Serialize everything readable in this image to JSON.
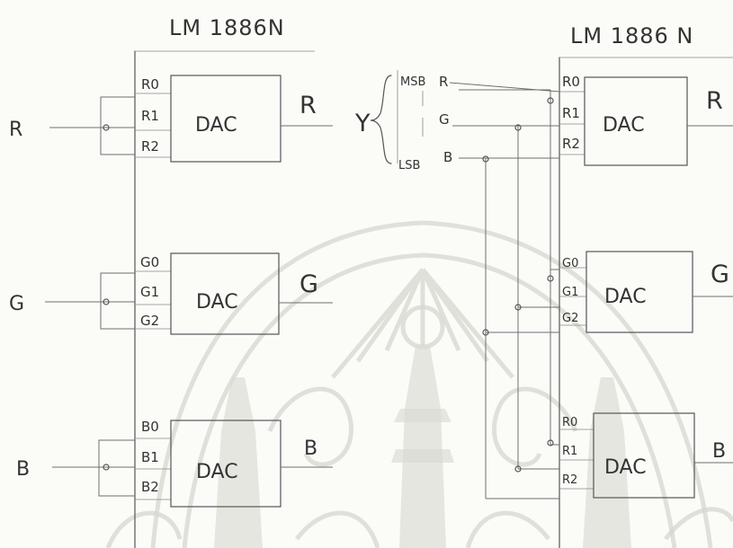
{
  "chips": [
    {
      "part": "LM 1886N"
    },
    {
      "part": "LM 1886 N"
    }
  ],
  "left": {
    "inputs": [
      "R",
      "G",
      "B"
    ],
    "blocks": [
      {
        "pins": [
          "R0",
          "R1",
          "R2"
        ],
        "name": "DAC",
        "out": "R"
      },
      {
        "pins": [
          "G0",
          "G1",
          "G2"
        ],
        "name": "DAC",
        "out": "G"
      },
      {
        "pins": [
          "B0",
          "B1",
          "B2"
        ],
        "name": "DAC",
        "out": "B"
      }
    ]
  },
  "right": {
    "bus_label": "Y",
    "bits": [
      {
        "name": "MSB",
        "signal": "R"
      },
      {
        "name": "",
        "signal": "G"
      },
      {
        "name": "LSB",
        "signal": "B"
      }
    ],
    "blocks": [
      {
        "pins": [
          "R0",
          "R1",
          "R2"
        ],
        "name": "DAC",
        "out": "R"
      },
      {
        "pins": [
          "G0",
          "G1",
          "G2"
        ],
        "name": "DAC",
        "out": "G"
      },
      {
        "pins": [
          "R0",
          "R1",
          "R2"
        ],
        "name": "DAC",
        "out": "B"
      }
    ]
  }
}
